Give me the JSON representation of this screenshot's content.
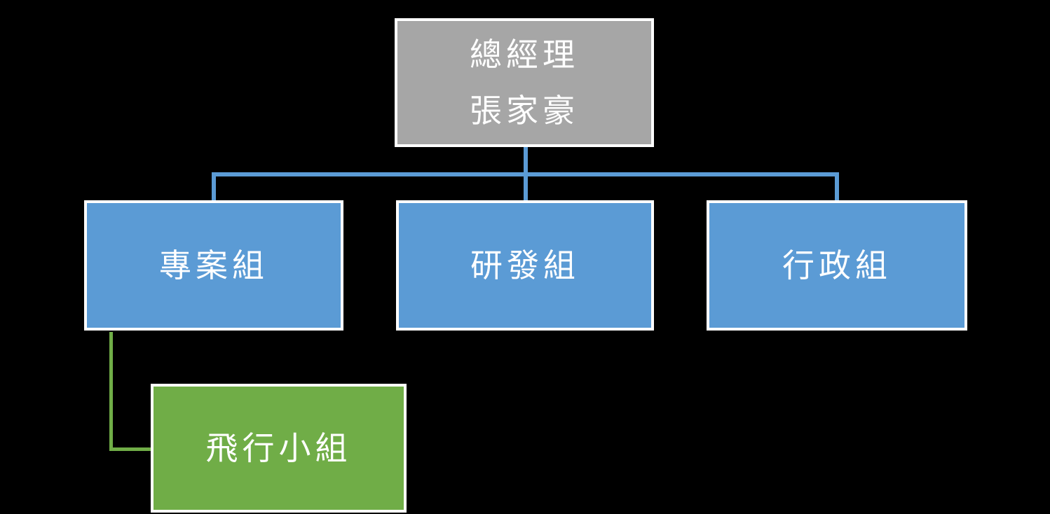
{
  "org_chart": {
    "type": "organization-chart",
    "root": {
      "title": "總經理",
      "name": "張家豪"
    },
    "departments": [
      {
        "label": "專案組"
      },
      {
        "label": "研發組"
      },
      {
        "label": "行政組"
      }
    ],
    "subteam": {
      "label": "飛行小組",
      "parent": "專案組"
    },
    "colors": {
      "background": "#000000",
      "root_fill": "#A6A6A6",
      "department_fill": "#5B9BD5",
      "subteam_fill": "#70AD47",
      "connector_blue": "#5B9BD5",
      "connector_green": "#70AD47",
      "node_border": "#FFFFFF",
      "text": "#FFFFFF"
    }
  }
}
